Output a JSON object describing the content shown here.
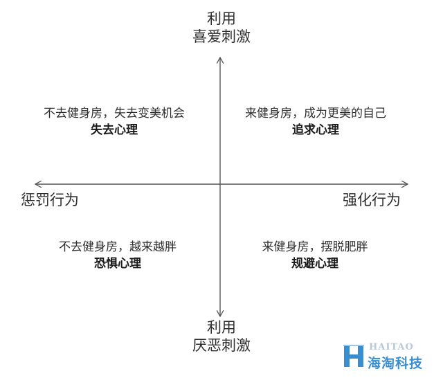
{
  "axes": {
    "top": {
      "line1": "利用",
      "line2": "喜爱刺激"
    },
    "bottom": {
      "line1": "利用",
      "line2": "厌恶刺激"
    },
    "left": "惩罚行为",
    "right": "强化行为"
  },
  "quadrants": {
    "top_left": {
      "description": "不去健身房，失去变美机会",
      "title": "失去心理"
    },
    "top_right": {
      "description": "来健身房，成为更美的自己",
      "title": "追求心理"
    },
    "bottom_left": {
      "description": "不去健身房，越来越胖",
      "title": "恐惧心理"
    },
    "bottom_right": {
      "description": "来健身房，摆脱肥胖",
      "title": "规避心理"
    }
  },
  "watermark": {
    "latin": "HAITAO",
    "chinese": "海淘科技"
  },
  "colors": {
    "axis": "#555555",
    "text": "#2e2e2e",
    "watermark_blue": "#3a8ecf"
  }
}
